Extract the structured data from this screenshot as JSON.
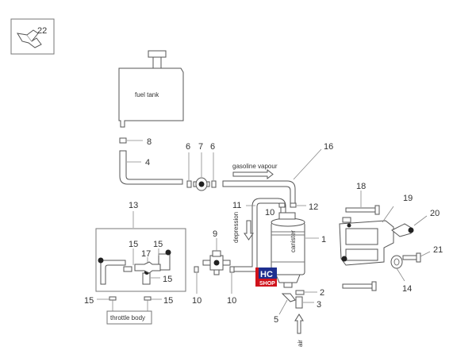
{
  "labels": {
    "fuel_tank": "fuel tank",
    "gasoline_vapour": "gasoline vapour",
    "depression": "depression",
    "canister": "canister",
    "throttle_body": "throttle body",
    "air": "air",
    "watermark_hc": "HC",
    "watermark_shop": "SHOP"
  },
  "parts": {
    "p1": "1",
    "p2": "2",
    "p3": "3",
    "p4": "4",
    "p5": "5",
    "p6a": "6",
    "p6b": "6",
    "p7": "7",
    "p8": "8",
    "p9": "9",
    "p10a": "10",
    "p10b": "10",
    "p10c": "10",
    "p11": "11",
    "p12": "12",
    "p13": "13",
    "p14": "14",
    "p15a": "15",
    "p15b": "15",
    "p15c": "15",
    "p15d": "15",
    "p15e": "15",
    "p16": "16",
    "p17": "17",
    "p18": "18",
    "p19": "19",
    "p20": "20",
    "p21": "21",
    "p22": "22"
  },
  "colors": {
    "line": "#777777",
    "accent_red": "#d0121b",
    "accent_blue": "#1e2f8f"
  }
}
